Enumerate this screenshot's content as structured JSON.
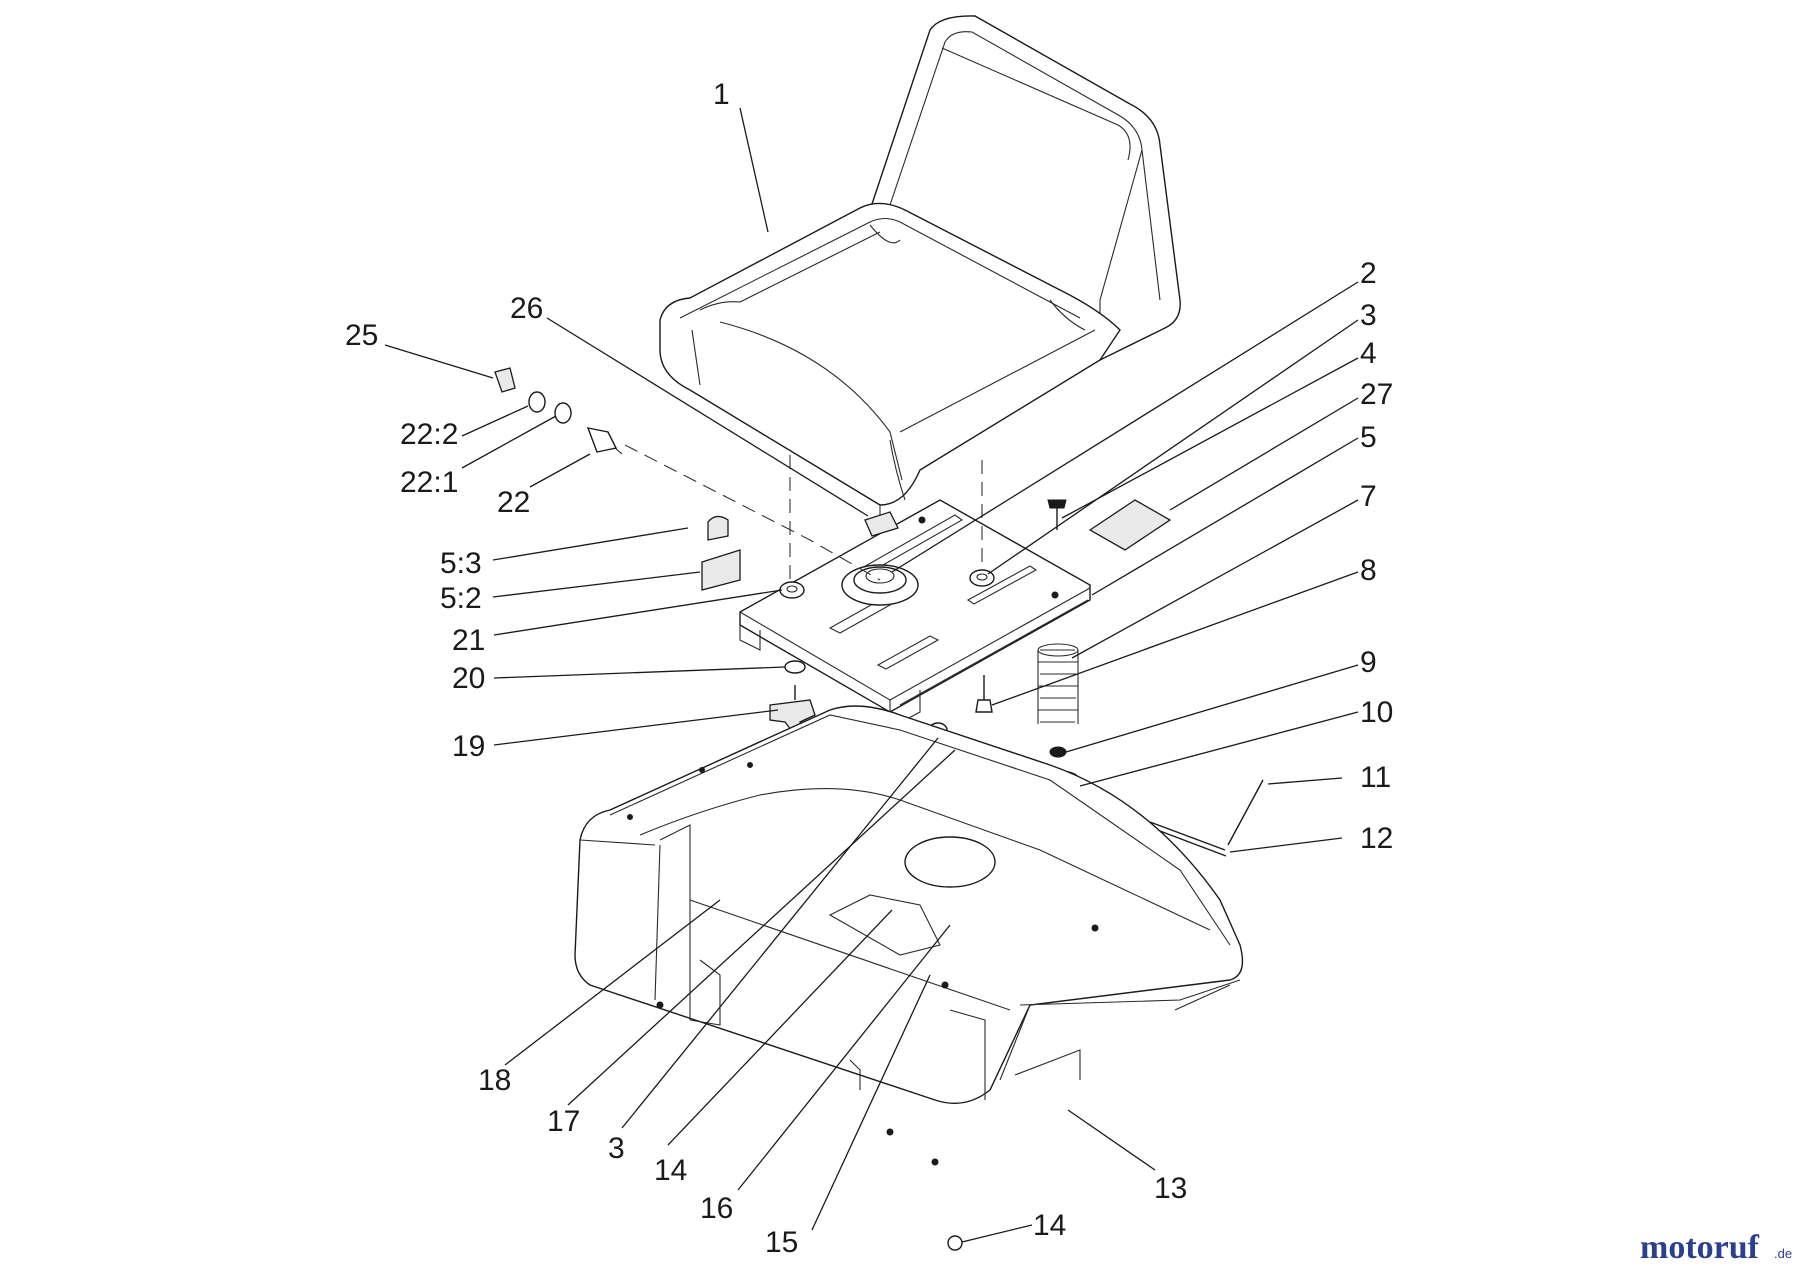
{
  "labels": {
    "p1": "1",
    "p2": "2",
    "p3a": "3",
    "p4": "4",
    "p27": "27",
    "p5": "5",
    "p7": "7",
    "p8": "8",
    "p9": "9",
    "p10": "10",
    "p11": "11",
    "p12": "12",
    "p13": "13",
    "p14b": "14",
    "p15": "15",
    "p16": "16",
    "p14a": "14",
    "p3b": "3",
    "p17": "17",
    "p18": "18",
    "p19": "19",
    "p20": "20",
    "p21": "21",
    "p5_2": "5:2",
    "p5_3": "5:3",
    "p22": "22",
    "p22_1": "22:1",
    "p22_2": "22:2",
    "p25": "25",
    "p26": "26"
  },
  "watermark": {
    "brand_main": "motoruf",
    "brand_suffix": ".de",
    "color_dark": "#2b3f8f",
    "color_accent": "#e08a1e"
  }
}
